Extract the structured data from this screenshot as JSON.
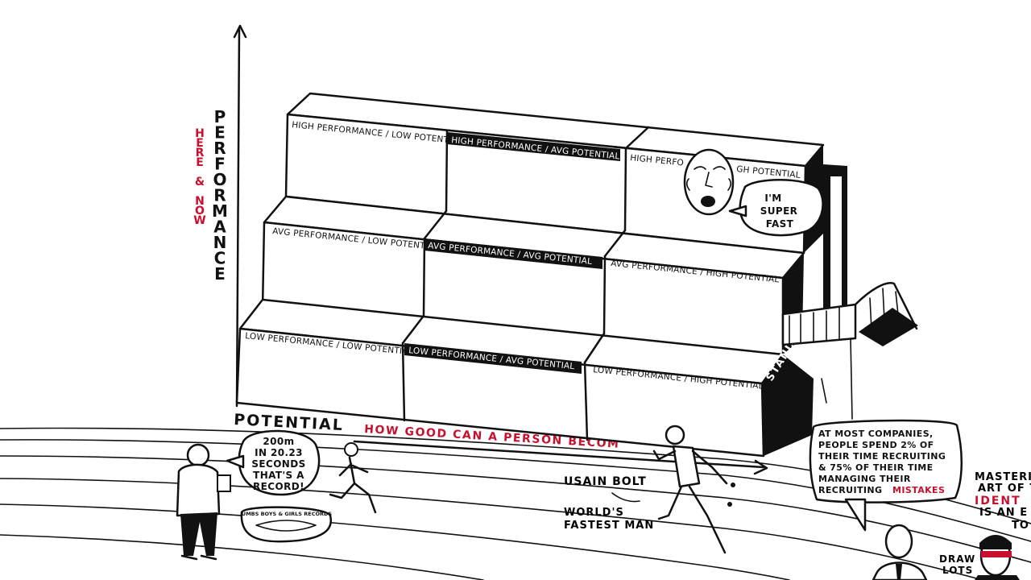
{
  "axes": {
    "y_label": "PERFORMANCE",
    "y_sublabel": "HERE & NOW",
    "x_label": "POTENTIAL",
    "x_sublabel": "HOW GOOD CAN A PERSON BECOM"
  },
  "grid": {
    "top_row": [
      "HIGH PERFORMANCE / LOW POTENTIAL",
      "HIGH PERFORMANCE / AVG POTENTIAL",
      "HIGH PERFO",
      "GH POTENTIAL"
    ],
    "mid_row": [
      "AVG PERFORMANCE / LOW POTENTIAL",
      "AVG PERFORMANCE / AVG POTENTIAL",
      "AVG PERFORMANCE / HIGH POTENTIAL"
    ],
    "bottom_row": [
      "LOW PERFORMANCE / LOW POTENTIAL",
      "LOW PERFORMANCE / AVG POTENTIAL",
      "LOW PERFORMANCE / HIGH POTENTIAL"
    ]
  },
  "stand_label": "STAND",
  "bubbles": {
    "fast": [
      "I'M",
      "SUPER",
      "FAST"
    ],
    "record": [
      "200m",
      "IN 20.23",
      "SECONDS",
      "THAT'S A",
      "RECORD!"
    ],
    "stats": [
      "AT MOST COMPANIES,",
      "PEOPLE SPEND 2% OF",
      "THEIR TIME RECRUITING",
      "& 75% OF THEIR TIME",
      "MANAGING THEIR",
      "RECRUITING",
      "MISTAKES"
    ],
    "mastering": [
      "MASTERI",
      "ART OF T",
      "IDENT",
      "IS AN E",
      "TO"
    ]
  },
  "captions": {
    "usain": "USAIN BOLT",
    "worlds_1": "WORLD'S",
    "worlds_2": "FASTEST MAN",
    "stopwatch": "UMBS BOYS & GIRLS RECORDS",
    "draw_1": "DRAW",
    "draw_2": "LOTS"
  },
  "colors": {
    "ink": "#111111",
    "accent": "#c8102e",
    "paper": "#ffffff"
  }
}
